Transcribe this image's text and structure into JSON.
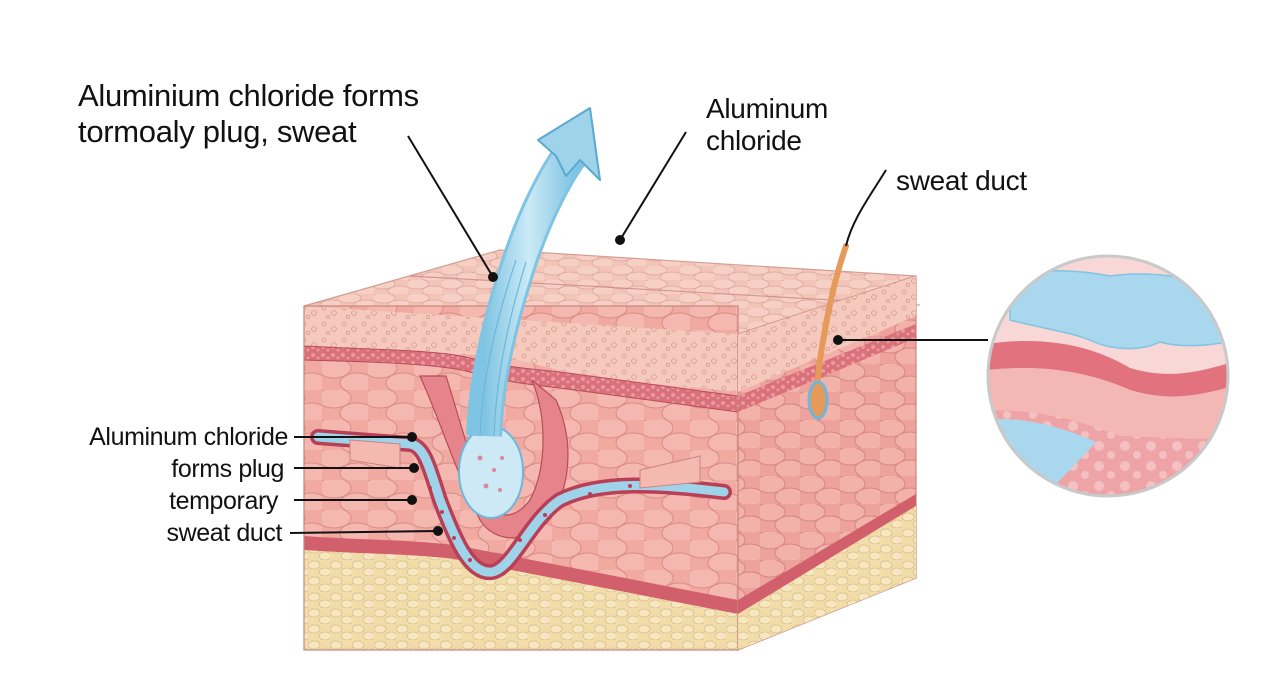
{
  "labels": {
    "top_left_line1": "Aluminium chloride forms",
    "top_left_line2": "tormoaly plug, sweat",
    "top_center_line1": "Aluminum",
    "top_center_line2": "chloride",
    "top_right": "sweat duct",
    "left_1": "Aluminum chloride",
    "left_2": "forms plug",
    "left_3": "temporary",
    "left_4": "sweat duct"
  },
  "colors": {
    "epidermis": "#f3c1b3",
    "dermis": "#f0a9a2",
    "red_layer": "#cc5a66",
    "fat_layer": "#f2dfb0",
    "duct_blue": "#9fd3ea",
    "duct_orange": "#e69a5a",
    "line": "#111111"
  }
}
